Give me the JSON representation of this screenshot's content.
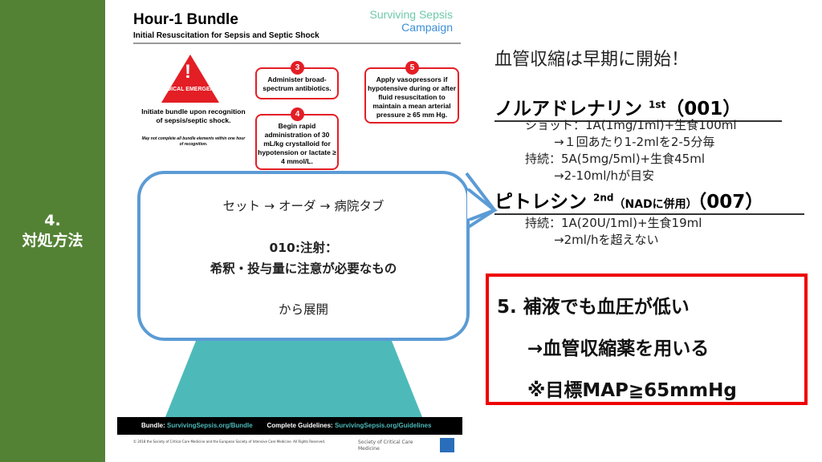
{
  "sidebar": {
    "line1": "4.",
    "line2": "対処方法"
  },
  "poster": {
    "title": "Hour-1 Bundle",
    "subtitle": "Initial Resuscitation for Sepsis and Septic Shock",
    "logo_line1": "Surviving Sepsis",
    "logo_line2": "Campaign",
    "emergency_mark": "!",
    "emergency_label": "MEDICAL EMERGENCY",
    "initiate": "Initiate bundle upon recognition of sepsis/septic shock.",
    "note": "May not complete all bundle elements within one hour of recognition.",
    "steps": [
      {
        "num": "3",
        "text": "Administer broad-spectrum antibiotics."
      },
      {
        "num": "4",
        "text": "Begin rapid administration of 30 mL/kg crystalloid for hypotension or lactate ≥ 4 mmol/L."
      },
      {
        "num": "5",
        "text": "Apply vasopressors if hypotensive during or after fluid resuscitation to maintain a mean arterial pressure ≥ 65 mm Hg."
      }
    ],
    "footer_bundle_label": "Bundle:",
    "footer_bundle_link": "SurvivingSepsis.org/Bundle",
    "footer_guidelines_label": "Complete Guidelines:",
    "footer_guidelines_link": "SurvivingSepsis.org/Guidelines",
    "copyright": "© 2018 the Society of Critical Care Medicine and the European Society of Intensive Care Medicine. All Rights Reserved.",
    "society": "Society of Critical Care Medicine"
  },
  "callout": {
    "line1": "セット → オーダ → 病院タブ",
    "line2": "010:注射：",
    "line3": "希釈・投与量に注意が必要なもの",
    "line4": "から展開"
  },
  "right": {
    "heading": "血管収縮は早期に開始！",
    "drug1": "ノルアドレナリン",
    "drug1_sup": "1st",
    "drug1_code": "（001）",
    "d1_l1": "ショット：1A(1mg/1ml)+生食100ml",
    "d1_l2": "→１回あたり1-2mlを2-5分毎",
    "d1_l3": "持続：5A(5mg/5ml)+生食45ml",
    "d1_l4": "→2-10ml/hが目安",
    "drug2": "ピトレシン",
    "drug2_sup": "2nd",
    "drug2_note": "（NADに併用）",
    "drug2_code": "（007）",
    "d2_l1": "持続：1A(20U/1ml)+生食19ml",
    "d2_l2": "→2ml/hを超えない"
  },
  "box": {
    "line1": "5.  補液でも血圧が低い",
    "line2": "→血管収縮薬を用いる",
    "line3": "※目標MAP≧65mmHg"
  }
}
